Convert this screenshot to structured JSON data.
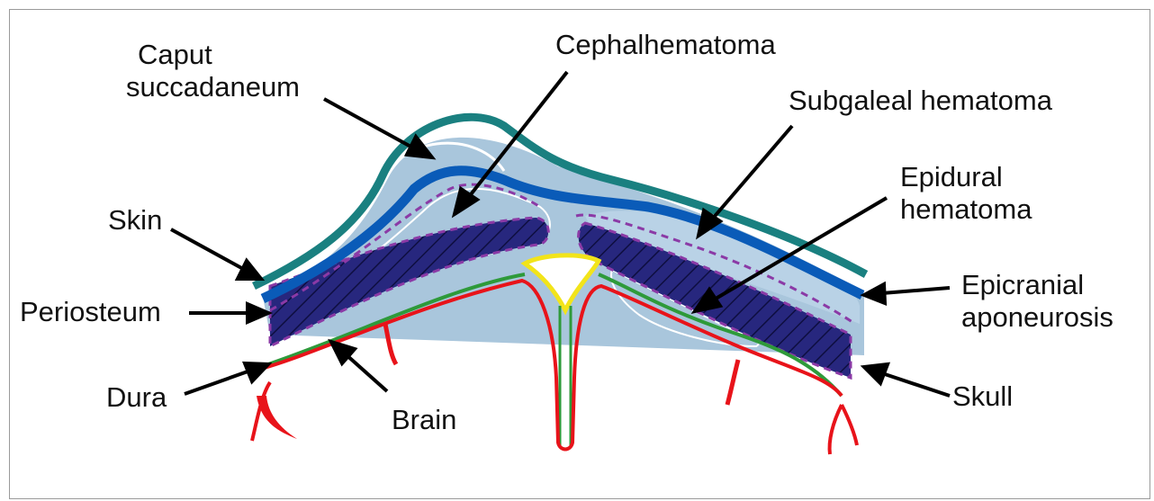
{
  "labels": {
    "caput_line1": "Caput",
    "caput_line2": "succadaneum",
    "cephalhematoma": "Cephalhematoma",
    "subgaleal": "Subgaleal hematoma",
    "epidural_line1": "Epidural",
    "epidural_line2": "hematoma",
    "skin": "Skin",
    "periosteum": "Periosteum",
    "dura": "Dura",
    "brain": "Brain",
    "epicranial_line1": "Epicranial",
    "epicranial_line2": "aponeurosis",
    "skull": "Skull"
  },
  "colors": {
    "skin": "#1a8080",
    "aponeurosis": "#0a5bb8",
    "fluid": "#a9c6dc",
    "skull": "#27277e",
    "periosteum": "#8b3aa6",
    "dura": "#2e9a3a",
    "brain": "#e8131a",
    "sinus": "#f2e41a"
  }
}
